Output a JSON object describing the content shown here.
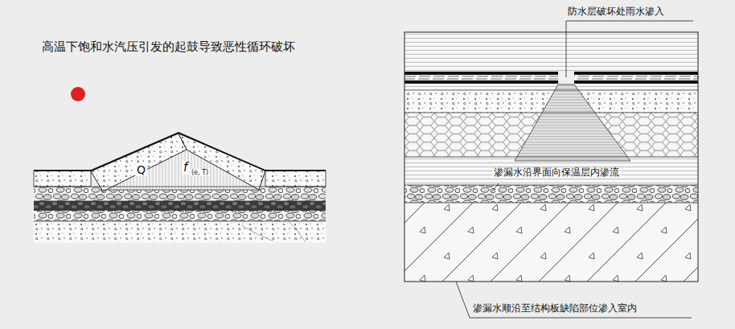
{
  "diagram": {
    "title": "高温下饱和水汽压引发的起鼓导致恶性循环破坏",
    "labels": [
      "Q",
      "f",
      "(e, T)",
      "防水层破坏处雨水渗入",
      "渗漏水沿界面向保温层内渗流",
      "渗漏水顺沿至结构板缺陷部位渗入室内"
    ]
  }
}
